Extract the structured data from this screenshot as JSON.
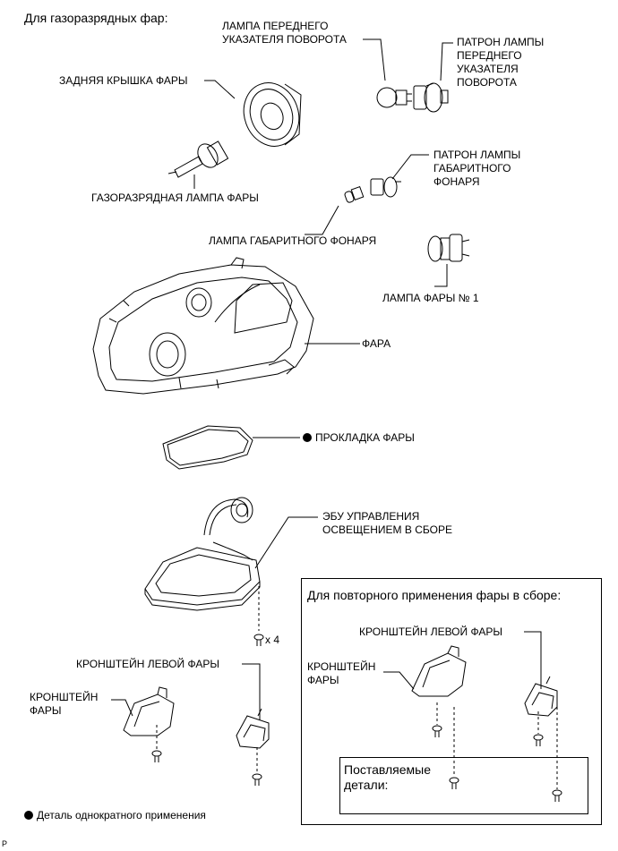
{
  "title": "Для газоразрядных фар:",
  "labels": {
    "front_turn_lamp": [
      "ЛАМПА ПЕРЕДНЕГО",
      "УКАЗАТЕЛЯ ПОВОРОТА"
    ],
    "front_turn_socket": [
      "ПАТРОН ЛАМПЫ",
      "ПЕРЕДНЕГО",
      "УКАЗАТЕЛЯ",
      "ПОВОРОТА"
    ],
    "rear_cover": "ЗАДНЯЯ КРЫШКА ФАРЫ",
    "discharge_bulb": "ГАЗОРАЗРЯДНАЯ ЛАМПА ФАРЫ",
    "clearance_socket": [
      "ПАТРОН ЛАМПЫ",
      "ГАБАРИТНОГО",
      "ФОНАРЯ"
    ],
    "clearance_lamp": "ЛАМПА ГАБАРИТНОГО ФОНАРЯ",
    "headlight_bulb_1": "ЛАМПА ФАРЫ № 1",
    "headlight": "ФАРА",
    "gasket": "ПРОКЛАДКА ФАРЫ",
    "ecu": [
      "ЭБУ УПРАВЛЕНИЯ",
      "ОСВЕЩЕНИЕМ В СБОРЕ"
    ],
    "screw_count": "x 4",
    "left_bracket": "КРОНШТЕЙН ЛЕВОЙ ФАРЫ",
    "bracket": [
      "КРОНШТЕЙН",
      "ФАРЫ"
    ]
  },
  "reuse_box": {
    "title": "Для повторного применения фары в сборе:",
    "left_bracket": "КРОНШТЕЙН ЛЕВОЙ ФАРЫ",
    "bracket": [
      "КРОНШТЕЙН",
      "ФАРЫ"
    ],
    "supplied": [
      "Поставляемые",
      "детали:"
    ]
  },
  "legend": "Деталь однократного применения",
  "footer_code": "P"
}
